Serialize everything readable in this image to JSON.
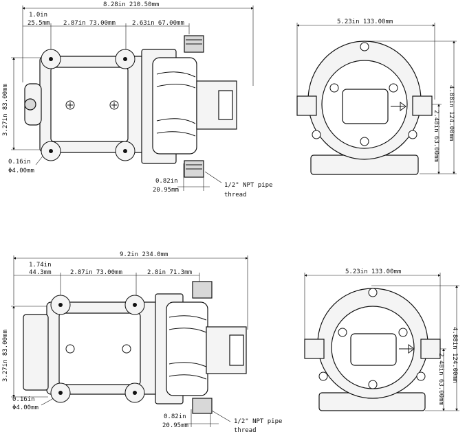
{
  "top_side_view": {
    "overall_length": "8.28in 210.50mm",
    "offset_in": "1.0in",
    "offset_mm": "25.5mm",
    "center_span": "2.87in 73.00mm",
    "head_span": "2.63in 67.00mm",
    "height": "3.27in 83.00mm",
    "hole_in": "0.16in",
    "hole_mm": "Φ4.00mm",
    "port_in": "0.82in",
    "port_mm": "20.95mm",
    "thread_line1": "1/2\" NPT pipe",
    "thread_line2": "thread"
  },
  "top_front_view": {
    "width": "5.23in 133.00mm",
    "height": "4.88in 124.00mm",
    "center_height": "2.48in 63.00mm"
  },
  "bottom_side_view": {
    "overall_length": "9.2in 234.0mm",
    "offset_in": "1.74in",
    "offset_mm": "44.3mm",
    "center_span": "2.87in 73.00mm",
    "head_span": "2.8in 71.3mm",
    "height": "3.27in 83.00mm",
    "hole_in": "0.16in",
    "hole_mm": "Φ4.00mm",
    "port_in": "0.82in",
    "port_mm": "20.95mm",
    "thread_line1": "1/2\" NPT pipe",
    "thread_line2": "thread"
  },
  "bottom_front_view": {
    "width": "5.23in 133.00mm",
    "height": "4.88in 124.00mm",
    "center_height": "2.48in 63.00mm"
  }
}
